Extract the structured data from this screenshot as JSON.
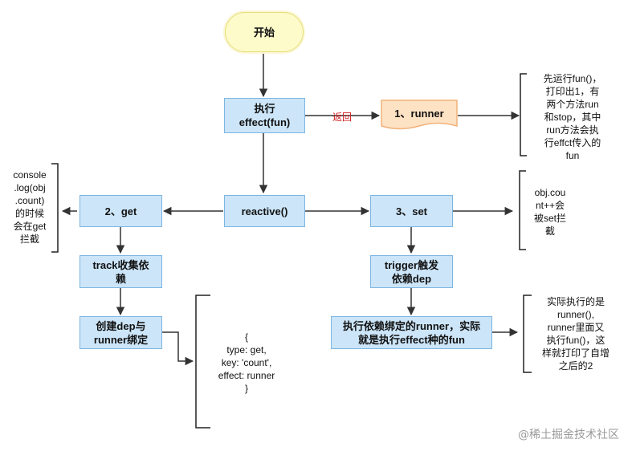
{
  "nodes": {
    "start": "开始",
    "effect": "执行\neffect(fun)",
    "runner": "1、runner",
    "reactive": "reactive()",
    "get": "2、get",
    "set": "3、set",
    "track": "track收集依\n赖",
    "trigger": "trigger触发\n依赖dep",
    "createDep": "创建dep与\nrunner绑定",
    "execRunner": "执行依赖绑定的runner，实际\n就是执行effect种的fun"
  },
  "labels": {
    "back": "返回"
  },
  "notes": {
    "runner": "先运行fun()，\n打印出1，有\n两个方法run\n和stop，其中\nrun方法会执\n行effct传入的\nfun",
    "get": "console\n.log(obj\n.count)\n的时候\n会在get\n拦截",
    "set": "obj.cou\nnt++会\n被set拦\n截",
    "createDep": "{\ntype: get,\nkey: 'count',\neffect: runner\n}",
    "execRunner": "实际执行的是\nrunner(),\nrunner里面又\n执行fun()，这\n样就打印了自增\n之后的2"
  },
  "watermark": "@稀土掘金技术社区",
  "colors": {
    "node_fill": "#cce5f8",
    "node_border": "#7cb6e3",
    "start_fill": "#fdfbc9",
    "runner_fill": "#fde2c4",
    "label_red": "#d21f1f"
  }
}
